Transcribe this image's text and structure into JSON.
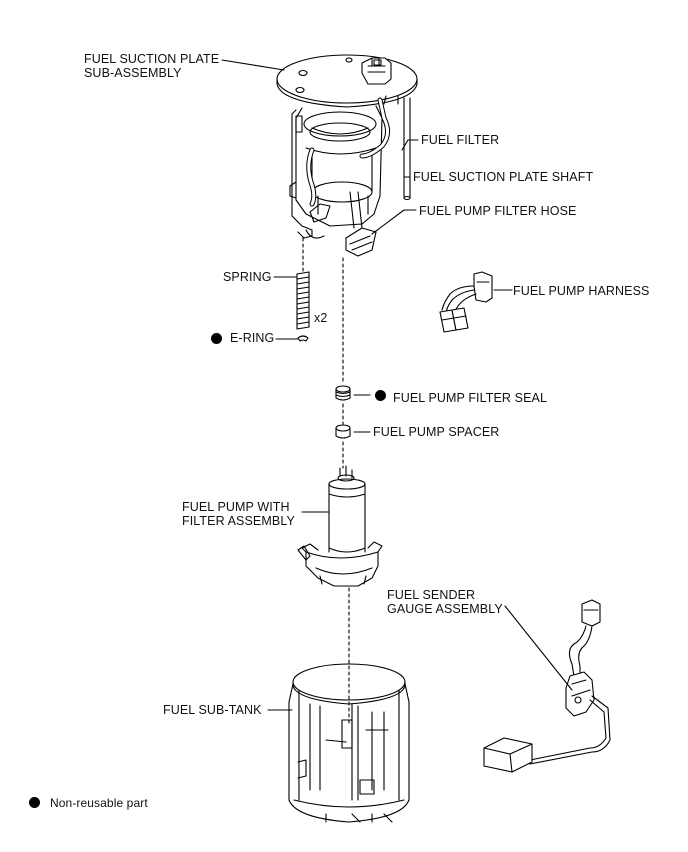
{
  "labels": {
    "fuel_suction_plate_line1": "FUEL SUCTION PLATE",
    "fuel_suction_plate_line2": "SUB-ASSEMBLY",
    "fuel_filter": "FUEL FILTER",
    "fuel_suction_plate_shaft": "FUEL SUCTION PLATE SHAFT",
    "fuel_pump_filter_hose": "FUEL PUMP FILTER HOSE",
    "spring": "SPRING",
    "quantity_x2": "x2",
    "fuel_pump_harness": "FUEL PUMP HARNESS",
    "e_ring": "E-RING",
    "fuel_pump_filter_seal": "FUEL PUMP FILTER SEAL",
    "fuel_pump_spacer": "FUEL PUMP SPACER",
    "fuel_pump_with_filter_line1": "FUEL PUMP WITH",
    "fuel_pump_with_filter_line2": "FILTER ASSEMBLY",
    "fuel_sender_line1": "FUEL SENDER",
    "fuel_sender_line2": "GAUGE ASSEMBLY",
    "fuel_sub_tank": "FUEL SUB-TANK"
  },
  "legend": {
    "non_reusable": "Non-reusable part"
  },
  "colors": {
    "line": "#000000",
    "marker": "#000000"
  }
}
